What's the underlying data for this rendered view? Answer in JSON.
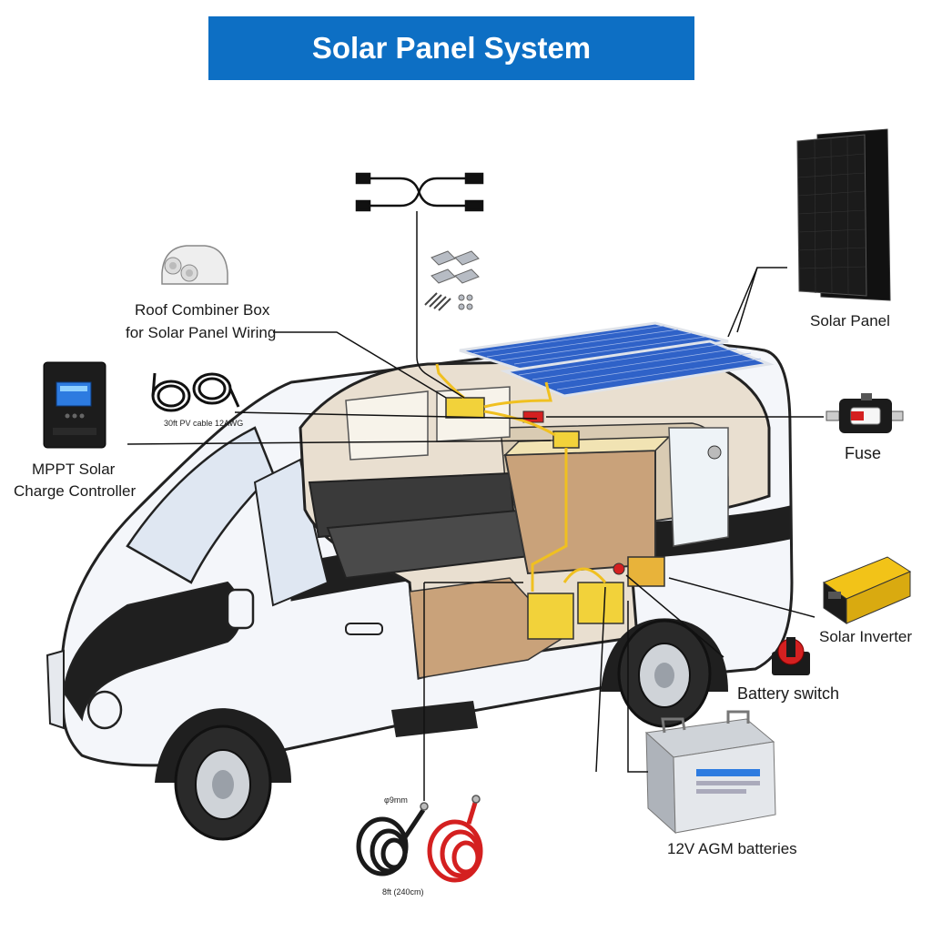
{
  "title": "Solar Panel System",
  "labels": {
    "roof_combiner_line1": "Roof Combiner Box",
    "roof_combiner_line2": "for Solar Panel Wiring",
    "mppt_line1": "MPPT Solar",
    "mppt_line2": "Charge Controller",
    "solar_panel": "Solar Panel",
    "fuse": "Fuse",
    "solar_inverter": "Solar Inverter",
    "battery_switch": "Battery switch",
    "agm_batteries": "12V AGM batteries",
    "pv_cable": "30ft PV cable 12AWG",
    "lug_size": "φ9mm",
    "cable_length": "8ft  (240cm)"
  },
  "colors": {
    "banner": "#0d6fc4",
    "panel": "#1b1b1b",
    "van_body": "#f4f6fa",
    "wood": "#c9a27a",
    "battery_yellow": "#f2d23a",
    "cable_red": "#d42020",
    "cable_black": "#1a1a1a"
  },
  "icons": [
    "solar-panel-icon",
    "combiner-box-icon",
    "charge-controller-icon",
    "pv-cable-icon",
    "y-connector-icon",
    "mounting-bracket-icon",
    "fuse-icon",
    "inverter-icon",
    "battery-switch-icon",
    "agm-battery-icon",
    "battery-cable-icon",
    "van-illustration"
  ]
}
